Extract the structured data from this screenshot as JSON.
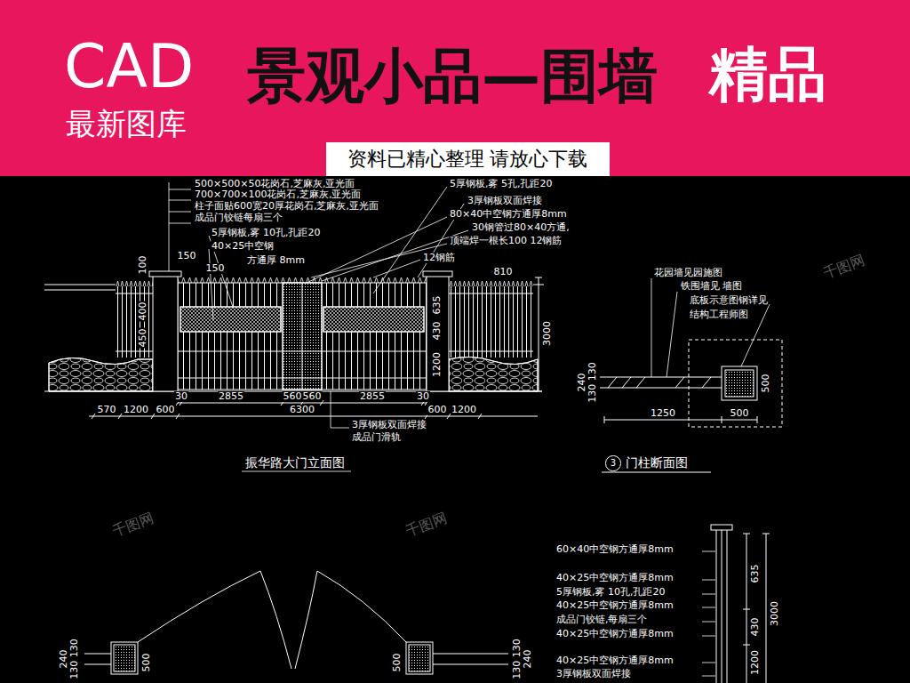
{
  "diagram": {
    "title": "景观小品—围墙",
    "nodes": [
      {
        "text": [
          "CAD",
          "最新图库"
        ]
      },
      {
        "text": [
          "资料已精心整理 请放心下载"
        ],
        "in": 0
      },
      {
        "text": [
          "3"
        ]
      }
    ],
    "labels": [
      "精品",
      "500×500×50花岗石,芝麻灰,亚光面",
      "700×700×100花岗石,芝麻灰,亚光面",
      "柱子面贴600宽20厚花岗石,芝麻灰,亚光面",
      "成品门铰链每扇三个",
      "5厚钢板,雾 10孔,孔距20",
      "40×25中空钢",
      "方通厚 8mm",
      "5厚钢板,雾 5孔,孔距20",
      "3厚钢板双面焊接",
      "80×40中空钢方通厚8mm",
      "30钢管过80×40方通,",
      "顶端焊一根长100 12钢筋",
      "12钢筋",
      "150",
      "150",
      "100",
      "400",
      "450",
      "810",
      "635",
      "430",
      "1200",
      "3000",
      "30",
      "2855",
      "560",
      "560",
      "2855",
      "30",
      "570",
      "1200",
      "600",
      "6300",
      "600",
      "1200",
      "3厚钢板双面焊接",
      "成品门滑轨",
      "振华路大门立面图",
      "花园墙见园施图",
      "铁围墙见 墙图",
      "底板示意图钢详见",
      "结构工程师图",
      "240",
      "130 130",
      "500",
      "1250",
      "500",
      "门柱断面图",
      "240",
      "130 130",
      "500",
      "500",
      "130 130",
      "240",
      "60×40中空钢方通厚8mm",
      "40×25中空钢方通厚8mm",
      "5厚钢板,雾 10孔,孔距20",
      "40×25中空钢方通厚8mm",
      "成品门铰链,每扇三个",
      "40×25中空钢方通厚8mm",
      "40×25中空钢方通厚8mm",
      "3厚钢板双面焊接",
      "635",
      "430",
      "1200",
      "3000",
      "千图网",
      "千图网",
      "千图网"
    ]
  }
}
